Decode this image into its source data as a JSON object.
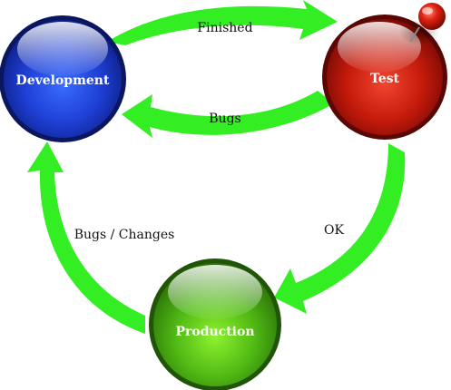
{
  "nodes": {
    "development": {
      "label": "Development",
      "color": "#1f3fd6"
    },
    "test": {
      "label": "Test",
      "color": "#c8180c"
    },
    "production": {
      "label": "Production",
      "color": "#4fb814"
    }
  },
  "edges": {
    "finished": {
      "label": "Finished"
    },
    "bugs": {
      "label": "Bugs"
    },
    "ok": {
      "label": "OK"
    },
    "bugs_changes": {
      "label": "Bugs / Changes"
    }
  },
  "colors": {
    "arrow": "#33ee22",
    "pin": "#d01a0a"
  }
}
